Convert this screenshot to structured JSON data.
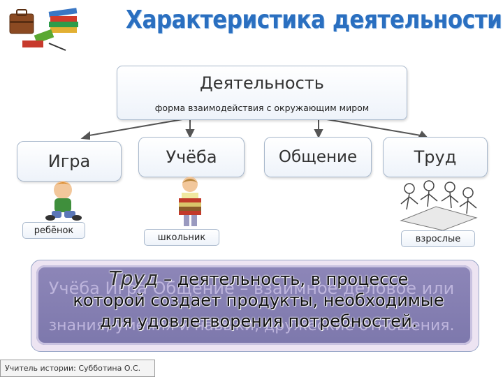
{
  "title": "Характеристика деятельности",
  "top": {
    "label": "Деятельность",
    "sublabel": "форма взаимодействия с окружающим миром"
  },
  "activities": [
    {
      "label": "Игра",
      "tag": "ребёнок"
    },
    {
      "label": "Учёба",
      "tag": "школьник"
    },
    {
      "label": "Общение",
      "tag": ""
    },
    {
      "label": "Труд",
      "tag": "взрослые"
    }
  ],
  "definition": {
    "term": "Труд",
    "line1_rest": " – деятельность, в процессе",
    "line2": "которой создает продукты, необходимые",
    "line3": "для удовлетворения потребностей."
  },
  "ghost": {
    "line1": "Учёба Игра Общение – взаимное деловое или",
    "line2": "знания, умения и навыки, дружеские отношения."
  },
  "footer": "Учитель истории: Субботина О.С.",
  "colors": {
    "title": "#2a6fc0",
    "box_border": "#a8b8cc",
    "def_bg": "#7d78ac"
  }
}
